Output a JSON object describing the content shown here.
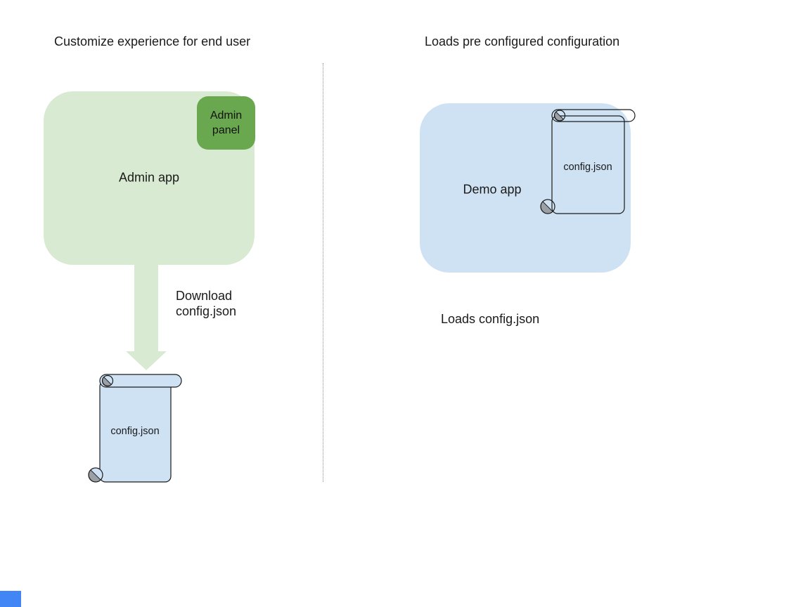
{
  "left": {
    "title": "Customize experience for end user",
    "admin_app_label": "Admin app",
    "admin_panel_label": "Admin panel",
    "arrow_label_lines": [
      "Download",
      "config.json"
    ],
    "config_file_label": "config.json",
    "colors": {
      "admin_app_fill": "#d9ead3",
      "admin_panel_fill": "#6aa84f",
      "arrow_fill": "#d9ead3",
      "scroll_fill": "#cfe2f3",
      "scroll_stroke": "#1b1b1b",
      "scroll_curl_gray": "#9aa0a6"
    }
  },
  "right": {
    "title": "Loads pre configured configuration",
    "demo_app_label": "Demo app",
    "config_file_label": "config.json",
    "caption": "Loads config.json",
    "colors": {
      "demo_app_fill": "#cfe2f3"
    }
  },
  "divider": {
    "style": "dotted",
    "color": "#8a8a8a"
  },
  "corner_marker": {
    "color": "#4285f4"
  }
}
